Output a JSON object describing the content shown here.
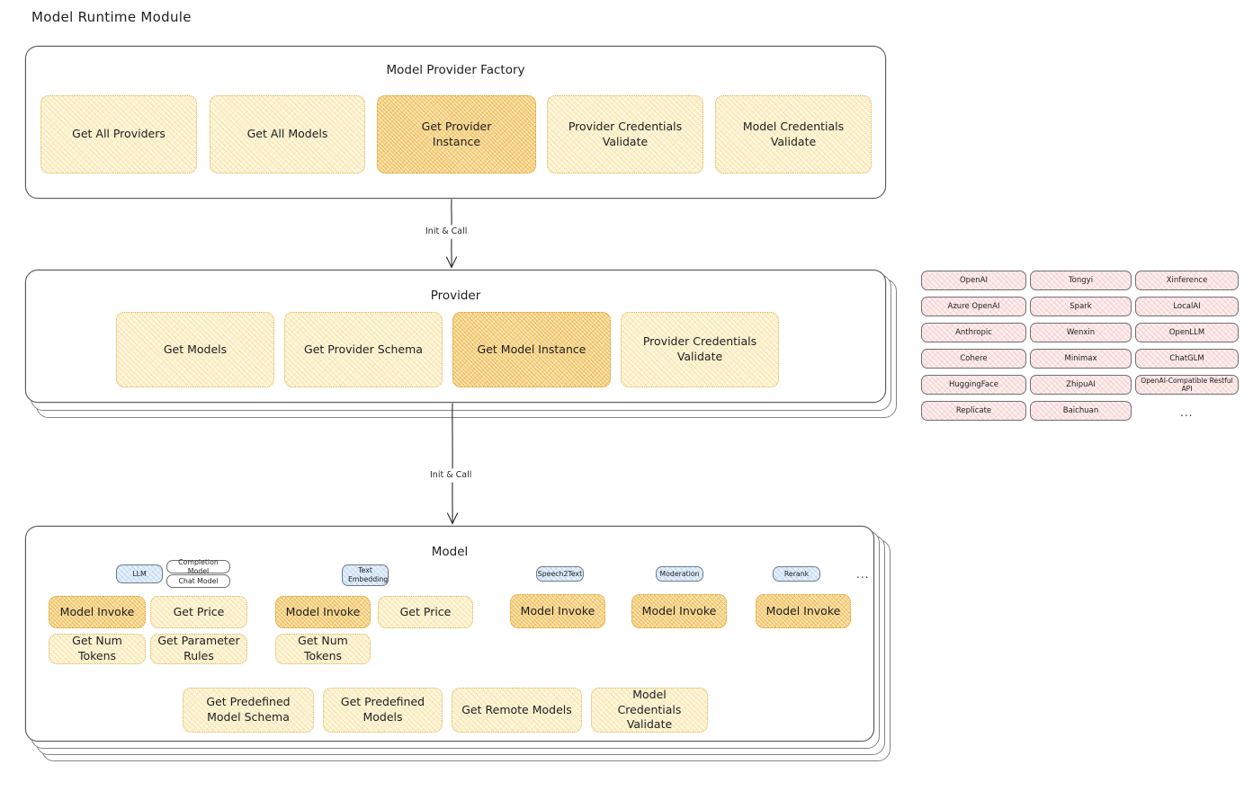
{
  "page": {
    "title": "Model Runtime Module"
  },
  "factory": {
    "title": "Model Provider Factory",
    "boxes": [
      {
        "label": "Get All Providers",
        "highlight": false
      },
      {
        "label": "Get All Models",
        "highlight": false
      },
      {
        "label": "Get Provider Instance",
        "highlight": true
      },
      {
        "label": "Provider Credentials Validate",
        "highlight": false
      },
      {
        "label": "Model Credentials Validate",
        "highlight": false
      }
    ]
  },
  "arrows": [
    {
      "label": "Init & Call"
    },
    {
      "label": "Init & Call"
    }
  ],
  "provider": {
    "title": "Provider",
    "boxes": [
      {
        "label": "Get Models",
        "highlight": false
      },
      {
        "label": "Get Provider Schema",
        "highlight": false
      },
      {
        "label": "Get Model Instance",
        "highlight": true
      },
      {
        "label": "Provider Credentials Validate",
        "highlight": false
      }
    ]
  },
  "provider_list": {
    "columns": [
      [
        "OpenAI",
        "Azure OpenAI",
        "Anthropic",
        "Cohere",
        "HuggingFace",
        "Replicate"
      ],
      [
        "Tongyi",
        "Spark",
        "Wenxin",
        "Minimax",
        "ZhipuAI",
        "Baichuan"
      ],
      [
        "Xinference",
        "LocalAI",
        "OpenLLM",
        "ChatGLM",
        "OpenAI-Compatible Restful API"
      ]
    ],
    "ellipsis": "..."
  },
  "model": {
    "title": "Model",
    "ellipsis": "...",
    "groups": [
      {
        "badge": "LLM",
        "sub_badges": [
          "Completion Model",
          "Chat Model"
        ],
        "boxes": [
          {
            "label": "Model Invoke",
            "highlight": true
          },
          {
            "label": "Get Price",
            "highlight": false
          },
          {
            "label": "Get Num Tokens",
            "highlight": false
          },
          {
            "label": "Get Parameter Rules",
            "highlight": false
          }
        ]
      },
      {
        "badge": "Text Embedding",
        "sub_badges": [],
        "boxes": [
          {
            "label": "Model Invoke",
            "highlight": true
          },
          {
            "label": "Get Price",
            "highlight": false
          },
          {
            "label": "Get Num Tokens",
            "highlight": false
          }
        ]
      },
      {
        "badge": "Speech2Text",
        "sub_badges": [],
        "boxes": [
          {
            "label": "Model Invoke",
            "highlight": true
          }
        ]
      },
      {
        "badge": "Moderation",
        "sub_badges": [],
        "boxes": [
          {
            "label": "Model Invoke",
            "highlight": true
          }
        ]
      },
      {
        "badge": "Rerank",
        "sub_badges": [],
        "boxes": [
          {
            "label": "Model Invoke",
            "highlight": true
          }
        ]
      }
    ],
    "common_boxes": [
      {
        "label": "Get Predefined Model Schema"
      },
      {
        "label": "Get Predefined Models"
      },
      {
        "label": "Get Remote Models"
      },
      {
        "label": "Model Credentials Validate"
      }
    ]
  }
}
